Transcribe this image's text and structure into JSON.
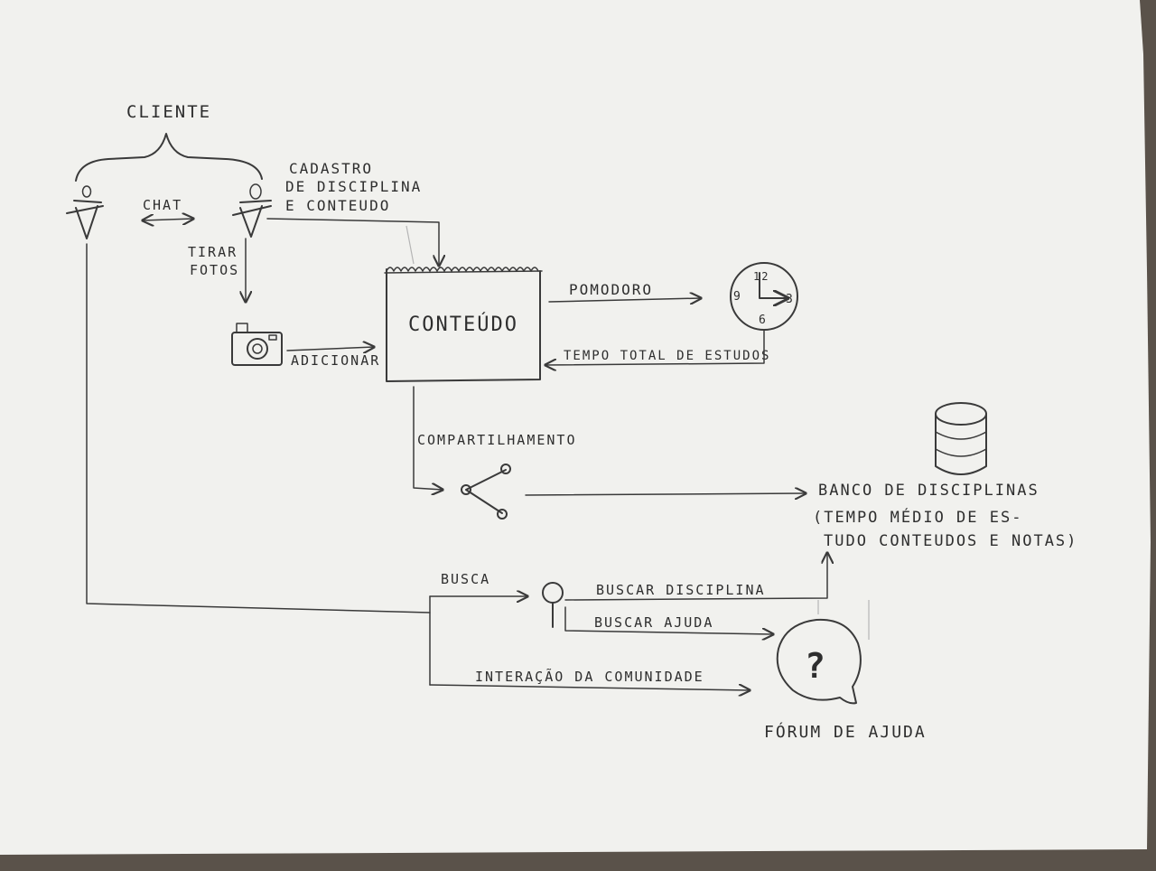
{
  "colors": {
    "paper": "#f1f1ee",
    "ink": "#3a3a3a",
    "table": "#5a524a"
  },
  "labels": {
    "cliente": "CLIENTE",
    "chat": "CHAT",
    "cadastro_1": "CADASTRO",
    "cadastro_2": "DE DISCIPLINA",
    "cadastro_3": "E CONTEUDO",
    "tirar": "TIRAR",
    "fotos": "FOTOS",
    "adicionar": "ADICIONAR",
    "conteudo": "CONTEÚDO",
    "pomodoro": "POMODORO",
    "tempo_total": "TEMPO TOTAL DE ESTUDOS",
    "compartilhamento": "COMPARTILHAMENTO",
    "banco_1": "BANCO DE DISCIPLINAS",
    "banco_2": "(TEMPO MÉDIO DE ES-",
    "banco_3": "TUDO CONTEUDOS E NOTAS)",
    "busca": "BUSCA",
    "buscar_disciplina": "BUSCAR DISCIPLINA",
    "buscar_ajuda": "BUSCAR AJUDA",
    "interacao": "INTERAÇÃO DA COMUNIDADE",
    "forum": "FÓRUM DE AJUDA"
  },
  "clock": {
    "n12": "12",
    "n3": "3",
    "n6": "6",
    "n9": "9"
  },
  "forum_symbol": "?"
}
